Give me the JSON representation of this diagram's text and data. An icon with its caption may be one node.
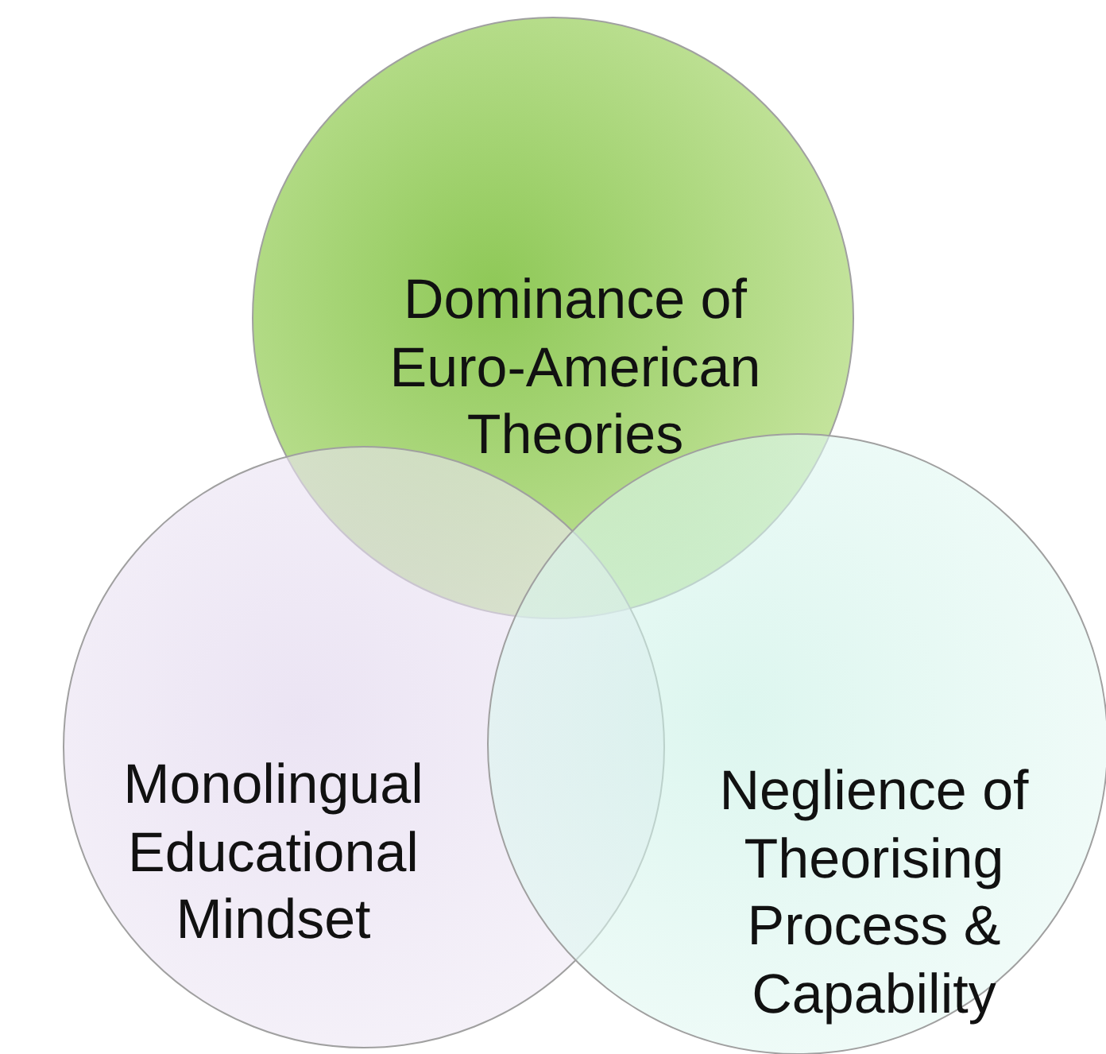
{
  "diagram": {
    "nodes": [
      {
        "text": [
          "Dominance of Euro-American Theories"
        ]
      },
      {
        "text": [
          "Monolingual Educational Mindset"
        ]
      },
      {
        "text": [
          "Neglience of Theorising Process & Capability"
        ]
      }
    ]
  }
}
